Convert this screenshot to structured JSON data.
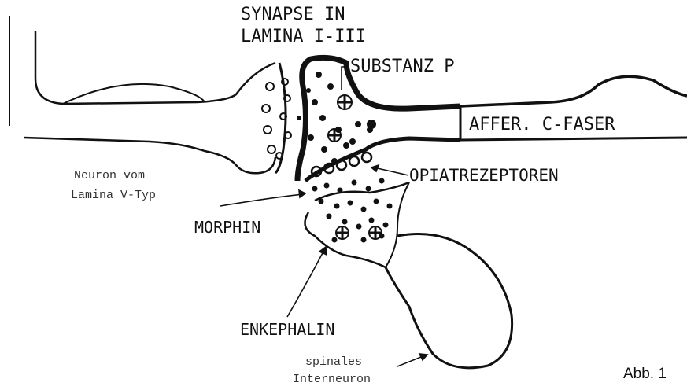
{
  "labels": {
    "synapse_line1": "SYNAPSE IN",
    "synapse_line2": "LAMINA I-III",
    "substanz_p": "SUBSTANZ P",
    "affer_c_faser": "AFFER. C-FASER",
    "opiatrezeptoren": "OPIATREZEPTOREN",
    "neuron_line1": "Neuron vom",
    "neuron_line2": "Lamina V-Typ",
    "morphin": "MORPHIN",
    "enkephalin": "ENKEPHALIN",
    "interneuron_line1": "spinales",
    "interneuron_line2": "Interneuron",
    "figure_number": "Abb. 1"
  },
  "colors": {
    "ink": "#111111",
    "background": "#ffffff"
  }
}
